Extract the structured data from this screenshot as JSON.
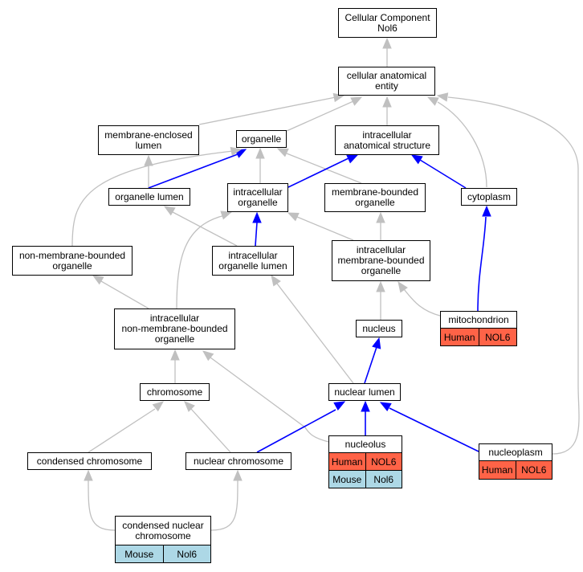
{
  "nodes": {
    "cc": "Cellular Component\nNol6",
    "cae": "cellular anatomical\nentity",
    "mel": "membrane-enclosed\nlumen",
    "org": "organelle",
    "ias": "intracellular\nanatomical structure",
    "ol": "organelle lumen",
    "io": "intracellular\norganelle",
    "mbo": "membrane-bounded\norganelle",
    "cyt": "cytoplasm",
    "nmbo": "non-membrane-bounded\norganelle",
    "iol": "intracellular\norganelle lumen",
    "imbo": "intracellular\nmembrane-bounded\norganelle",
    "inmbo": "intracellular\nnon-membrane-bounded\norganelle",
    "nuc": "nucleus",
    "mito": "mitochondrion",
    "chr": "chromosome",
    "nl": "nuclear lumen",
    "cchr": "condensed chromosome",
    "nchr": "nuclear chromosome",
    "nclo": "nucleolus",
    "ncp": "nucleoplasm",
    "cnchr": "condensed nuclear\nchromosome"
  },
  "annotations": {
    "mito": [
      {
        "species": "Human",
        "gene": "NOL6"
      }
    ],
    "nclo": [
      {
        "species": "Human",
        "gene": "NOL6"
      },
      {
        "species": "Mouse",
        "gene": "Nol6"
      }
    ],
    "ncp": [
      {
        "species": "Human",
        "gene": "NOL6"
      }
    ],
    "cnchr": [
      {
        "species": "Mouse",
        "gene": "Nol6"
      }
    ]
  },
  "edges": [
    {
      "from": "cae",
      "to": "cc",
      "type": "is_a"
    },
    {
      "from": "mel",
      "to": "cae",
      "type": "is_a"
    },
    {
      "from": "org",
      "to": "cae",
      "type": "is_a"
    },
    {
      "from": "ias",
      "to": "cae",
      "type": "is_a"
    },
    {
      "from": "cyt",
      "to": "cae",
      "type": "is_a"
    },
    {
      "from": "ncp",
      "to": "cae",
      "type": "is_a"
    },
    {
      "from": "ol",
      "to": "mel",
      "type": "is_a"
    },
    {
      "from": "ol",
      "to": "org",
      "type": "part_of"
    },
    {
      "from": "io",
      "to": "org",
      "type": "is_a"
    },
    {
      "from": "mbo",
      "to": "org",
      "type": "is_a"
    },
    {
      "from": "nmbo",
      "to": "org",
      "type": "is_a"
    },
    {
      "from": "io",
      "to": "ias",
      "type": "part_of"
    },
    {
      "from": "cyt",
      "to": "ias",
      "type": "part_of"
    },
    {
      "from": "iol",
      "to": "ol",
      "type": "is_a"
    },
    {
      "from": "iol",
      "to": "io",
      "type": "part_of"
    },
    {
      "from": "imbo",
      "to": "io",
      "type": "is_a"
    },
    {
      "from": "inmbo",
      "to": "io",
      "type": "is_a"
    },
    {
      "from": "imbo",
      "to": "mbo",
      "type": "is_a"
    },
    {
      "from": "mito",
      "to": "cyt",
      "type": "part_of"
    },
    {
      "from": "inmbo",
      "to": "nmbo",
      "type": "is_a"
    },
    {
      "from": "nl",
      "to": "iol",
      "type": "is_a"
    },
    {
      "from": "nuc",
      "to": "imbo",
      "type": "is_a"
    },
    {
      "from": "mito",
      "to": "imbo",
      "type": "is_a"
    },
    {
      "from": "chr",
      "to": "inmbo",
      "type": "is_a"
    },
    {
      "from": "nclo",
      "to": "inmbo",
      "type": "is_a"
    },
    {
      "from": "nl",
      "to": "nuc",
      "type": "part_of"
    },
    {
      "from": "cchr",
      "to": "chr",
      "type": "is_a"
    },
    {
      "from": "nchr",
      "to": "chr",
      "type": "is_a"
    },
    {
      "from": "nchr",
      "to": "nl",
      "type": "part_of"
    },
    {
      "from": "nclo",
      "to": "nl",
      "type": "part_of"
    },
    {
      "from": "ncp",
      "to": "nl",
      "type": "part_of"
    },
    {
      "from": "cnchr",
      "to": "cchr",
      "type": "is_a"
    },
    {
      "from": "cnchr",
      "to": "nchr",
      "type": "is_a"
    }
  ],
  "colors": {
    "is_a_edge": "#c0c0c0",
    "part_of_edge": "#0000ff",
    "human": "#ff6347",
    "mouse": "#add8e6"
  }
}
